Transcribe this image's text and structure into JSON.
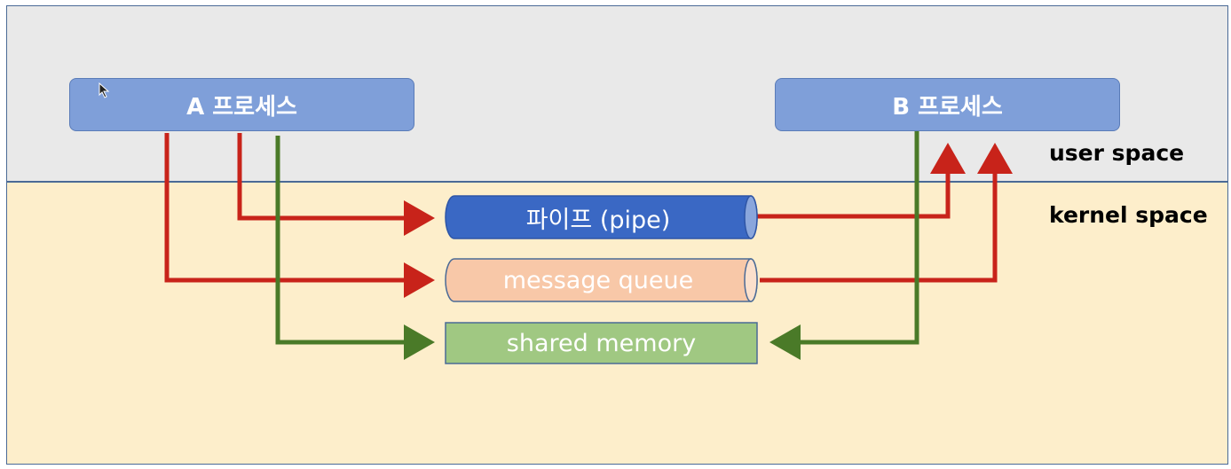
{
  "spaces": {
    "user_label": "user space",
    "kernel_label": "kernel space"
  },
  "processes": {
    "a": "A 프로세스",
    "b": "B 프로세스"
  },
  "channels": {
    "pipe": "파이프 (pipe)",
    "message_queue": "message queue",
    "shared_memory": "shared memory"
  },
  "colors": {
    "user_space_bg": "#e9e9e9",
    "kernel_space_bg": "#fdeecb",
    "process_fill": "#7f9fd9",
    "pipe_fill": "#3a68c4",
    "message_queue_fill": "#f8c8a8",
    "shared_memory_fill": "#a0c882",
    "red_arrow": "#c8231a",
    "green_arrow": "#4a7a28"
  }
}
